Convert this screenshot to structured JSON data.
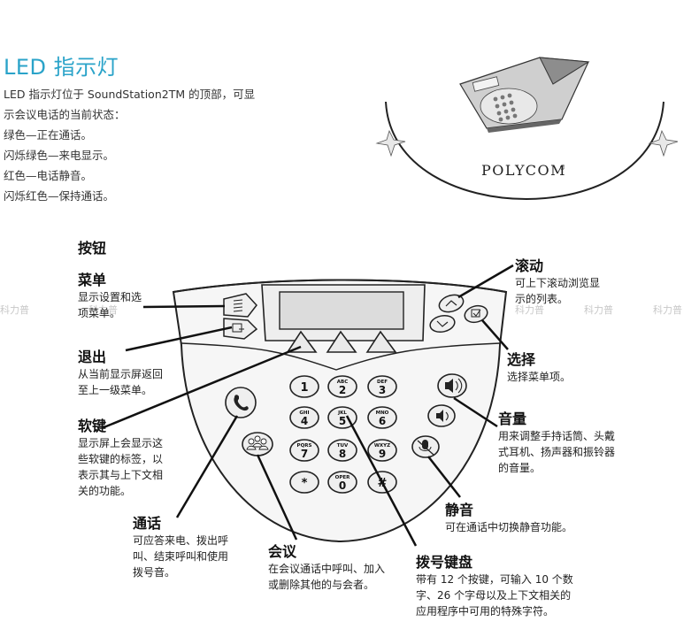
{
  "led": {
    "title": "LED 指示灯",
    "lines": [
      " LED 指示灯位于 SoundStation2TM 的顶部，可显",
      "示会议电话的当前状态：",
      "绿色—正在通话。",
      "闪烁绿色—来电显示。",
      "红色—电话静音。",
      "闪烁红色—保持通话。"
    ]
  },
  "brand": "POLYCOM",
  "brand_mark": "®",
  "buttons_heading": "按钮",
  "callouts": {
    "menu": {
      "title": "菜单",
      "lines": [
        "显示设置和选",
        "项菜单。"
      ]
    },
    "exit": {
      "title": "退出",
      "lines": [
        "从当前显示屏返回",
        "至上一级菜单。"
      ]
    },
    "softkey": {
      "title": "软键",
      "lines": [
        "显示屏上会显示这",
        "些软键的标签，以",
        "表示其与上下文相",
        "关的功能。"
      ]
    },
    "call": {
      "title": "通话",
      "lines": [
        "可应答来电、拨出呼",
        "叫、结束呼叫和使用",
        "拨号音。"
      ]
    },
    "conference": {
      "title": "会议",
      "lines": [
        "在会议通话中呼叫、加入",
        "或删除其他的与会者。"
      ]
    },
    "keypad": {
      "title": "拨号键盘",
      "lines": [
        "带有 12 个按键，可输入 10 个数",
        "字、26 个字母以及上下文相关的",
        "应用程序中可用的特殊字符。"
      ]
    },
    "mute": {
      "title": "静音",
      "lines": [
        "可在通话中切换静音功能。"
      ]
    },
    "volume": {
      "title": "音量",
      "lines": [
        "用来调整手持话筒、头戴",
        "式耳机、扬声器和振铃器",
        "的音量。"
      ]
    },
    "select": {
      "title": "选择",
      "lines": [
        "选择菜单项。"
      ]
    },
    "scroll": {
      "title": "滚动",
      "lines": [
        "可上下滚动浏览显",
        "示的列表。"
      ]
    }
  },
  "keys": [
    {
      "num": "1",
      "letters": ""
    },
    {
      "num": "2",
      "letters": "ABC"
    },
    {
      "num": "3",
      "letters": "DEF"
    },
    {
      "num": "4",
      "letters": "GHI"
    },
    {
      "num": "5",
      "letters": "JKL"
    },
    {
      "num": "6",
      "letters": "MNO"
    },
    {
      "num": "7",
      "letters": "PQRS"
    },
    {
      "num": "8",
      "letters": "TUV"
    },
    {
      "num": "9",
      "letters": "WXYZ"
    },
    {
      "num": "*",
      "letters": ""
    },
    {
      "num": "0",
      "letters": "OPER"
    },
    {
      "num": "#",
      "letters": ""
    }
  ],
  "watermark": "科力普"
}
